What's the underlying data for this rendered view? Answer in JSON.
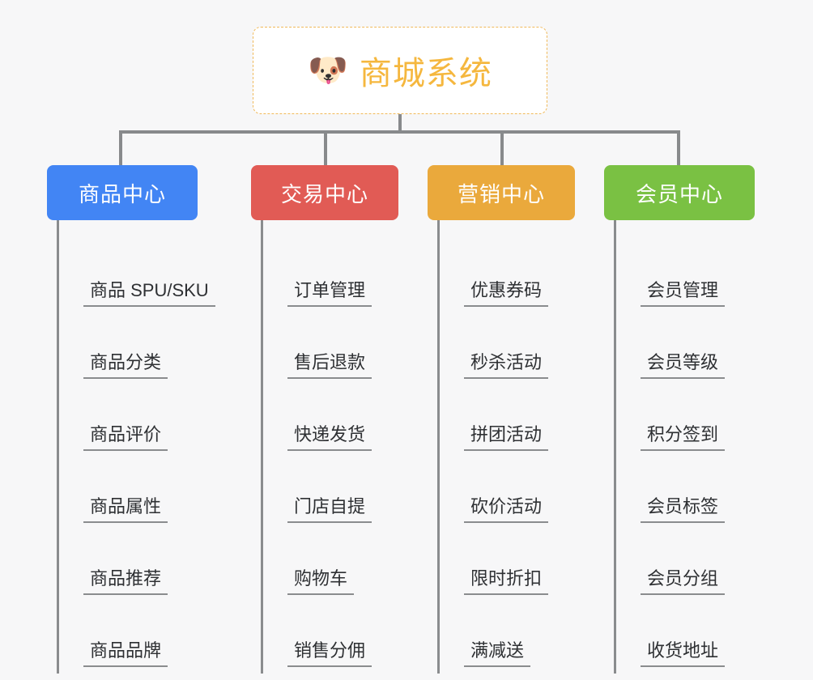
{
  "page": {
    "background_color": "#f7f7f8",
    "line_color": "#8a8c8e"
  },
  "root": {
    "icon": "dog-face-emoji",
    "icon_glyph": "🐶",
    "title": "商城系统",
    "text_color": "#f5b73e",
    "border_color": "#f0b95a",
    "background_color": "#ffffff"
  },
  "categories": [
    {
      "id": "product-center",
      "label": "商品中心",
      "color": "#4285f4",
      "items": [
        "商品 SPU/SKU",
        "商品分类",
        "商品评价",
        "商品属性",
        "商品推荐",
        "商品品牌"
      ]
    },
    {
      "id": "trade-center",
      "label": "交易中心",
      "color": "#e15b55",
      "items": [
        "订单管理",
        "售后退款",
        "快递发货",
        "门店自提",
        "购物车",
        "销售分佣"
      ]
    },
    {
      "id": "marketing-center",
      "label": "营销中心",
      "color": "#eaa93c",
      "items": [
        "优惠券码",
        "秒杀活动",
        "拼团活动",
        "砍价活动",
        "限时折扣",
        "满减送"
      ]
    },
    {
      "id": "member-center",
      "label": "会员中心",
      "color": "#7ac143",
      "items": [
        "会员管理",
        "会员等级",
        "积分签到",
        "会员标签",
        "会员分组",
        "收货地址"
      ]
    }
  ]
}
